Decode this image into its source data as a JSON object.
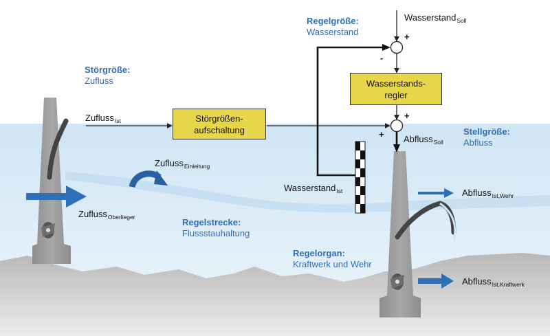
{
  "disturbance": {
    "title": "Störgröße:",
    "value": "Zufluss"
  },
  "controlled": {
    "title": "Regelgröße:",
    "value": "Wasserstand"
  },
  "manipulated": {
    "title": "Stellgröße:",
    "value": "Abfluss"
  },
  "plant": {
    "title": "Regelstrecke:",
    "value": "Flussstauhaltung"
  },
  "actuator": {
    "title": "Regelorgan:",
    "value": "Kraftwerk und Wehr"
  },
  "blocks": {
    "controller": {
      "line1": "Wasserstands-",
      "line2": "regler"
    },
    "feedforward": {
      "line1": "Störgrößen-",
      "line2": "aufschaltung"
    }
  },
  "signals": {
    "setpoint": {
      "main": "Wasserstand",
      "sub": "Soll"
    },
    "inflow_ist": {
      "main": "Zufluss",
      "sub": "Ist"
    },
    "outflow_soll": {
      "main": "Abfluss",
      "sub": "Soll"
    },
    "level_ist": {
      "main": "Wasserstand",
      "sub": "Ist"
    },
    "inflow_intro": {
      "main": "Zufluss",
      "sub": "Einleitung"
    },
    "inflow_upstream": {
      "main": "Zufluss",
      "sub": "Oberlieger"
    },
    "outflow_weir": {
      "main": "Abfluss",
      "sub": "Ist,Wehr"
    },
    "outflow_plant": {
      "main": "Abfluss",
      "sub": "Ist,Kraftwerk"
    }
  },
  "signs": {
    "sum1_top": "+",
    "sum1_left": "-",
    "sum2_top": "+",
    "sum2_left": "+"
  },
  "colors": {
    "water": "#d3e8f5",
    "ground": "#c6c6c6",
    "accent": "#2f6fb5",
    "block": "#e8d64a",
    "tower": "#9a9a9a"
  }
}
